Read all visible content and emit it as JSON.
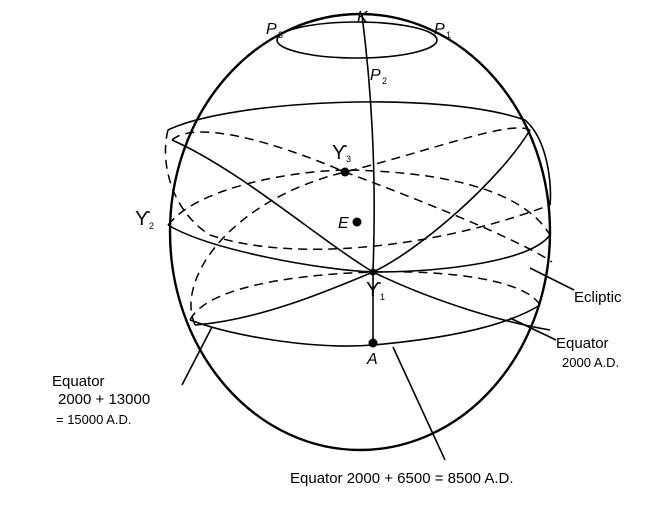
{
  "labels": {
    "K": "K",
    "P1": "P",
    "P1_sub": "1",
    "P2": "P",
    "P2_sub": "2",
    "P3": "P",
    "P3_sub": "3",
    "E": "E",
    "A": "A",
    "aries": "ϒ",
    "aries1_sub": "1",
    "aries2_sub": "2",
    "aries3_sub": "3",
    "ecliptic": "Ecliptic",
    "eq2000_line1": "Equator",
    "eq2000_line2": "2000 A.D.",
    "eq15000_line1": "Equator",
    "eq15000_line2": "2000 + 13000",
    "eq15000_line3": "=  15000 A.D.",
    "eq8500": "Equator  2000 + 6500 = 8500 A.D."
  }
}
